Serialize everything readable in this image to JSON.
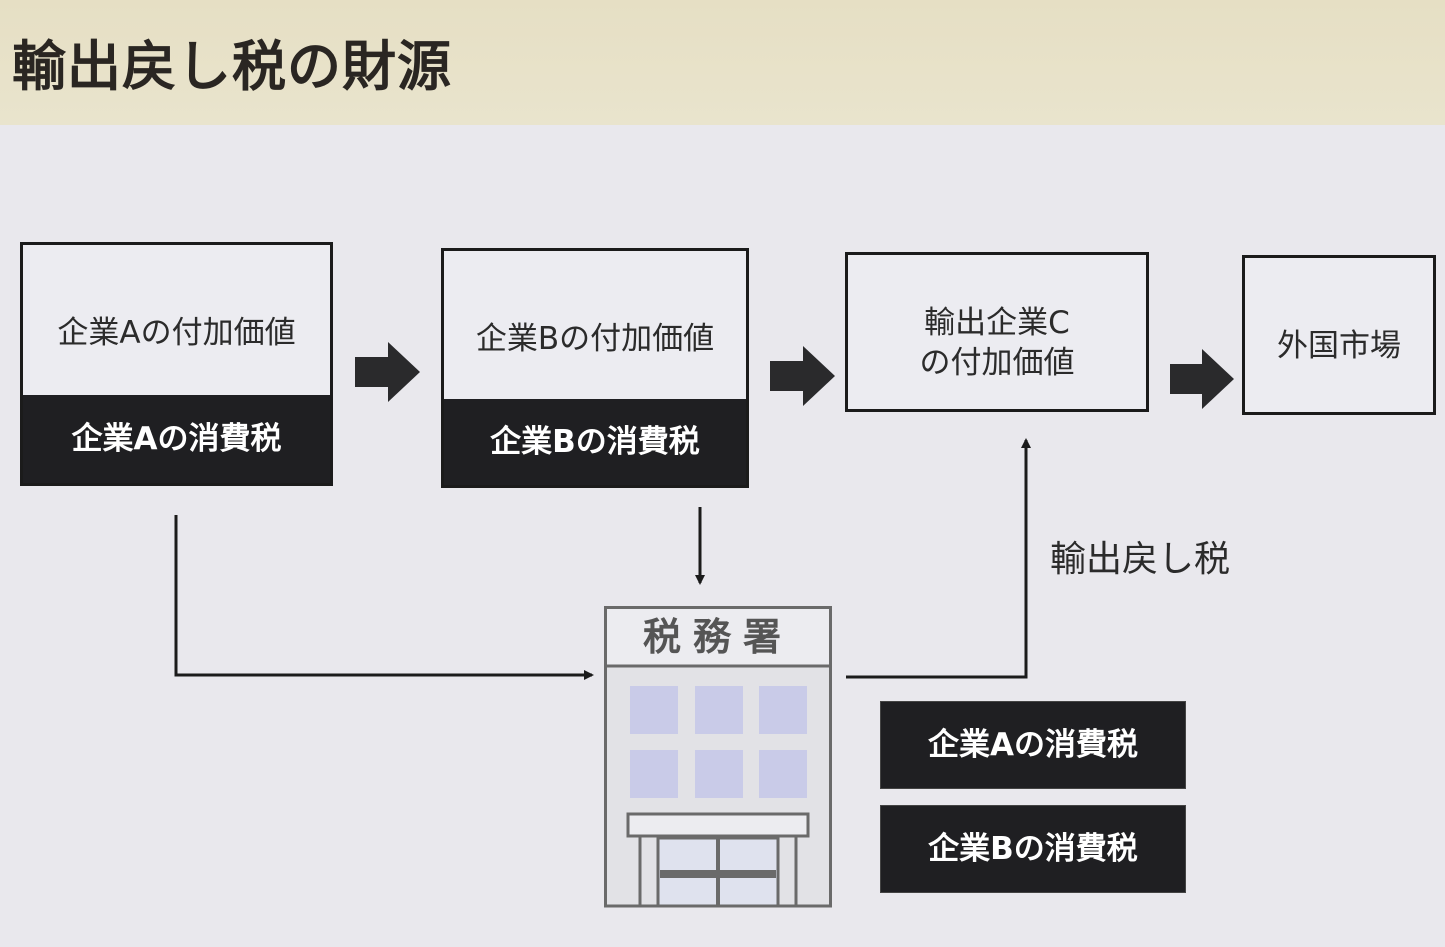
{
  "title": "輸出戻し税の財源",
  "flow": {
    "company_a": {
      "value_label": "企業Aの付加価値",
      "tax_label": "企業Aの消費税"
    },
    "company_b": {
      "value_label": "企業Bの付加価値",
      "tax_label": "企業Bの消費税"
    },
    "company_c": {
      "value_line1": "輸出企業C",
      "value_line2": "の付加価値"
    },
    "foreign_market": "外国市場"
  },
  "tax_office": {
    "sign": "税務署"
  },
  "refund_label": "輸出戻し税",
  "refund_sources": [
    "企業Aの消費税",
    "企業Bの消費税"
  ],
  "colors": {
    "header_bg": "#e6dfc4",
    "dark_fill": "#1f1f22",
    "window": "#c9cbe8"
  }
}
